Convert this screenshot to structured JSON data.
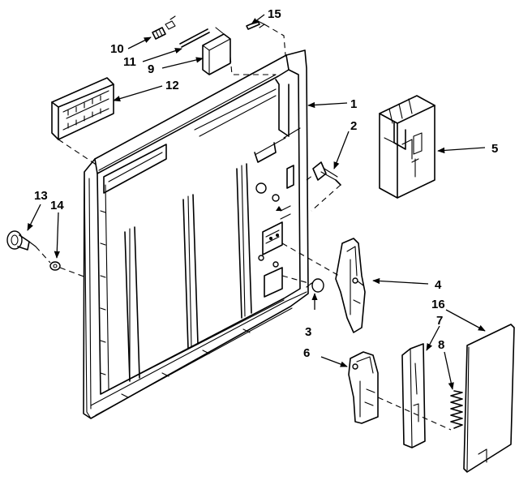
{
  "diagram": {
    "callouts": {
      "c1": "1",
      "c2": "2",
      "c3": "3",
      "c4": "4",
      "c5": "5",
      "c6": "6",
      "c7": "7",
      "c8": "8",
      "c9": "9",
      "c10": "10",
      "c11": "11",
      "c12": "12",
      "c13": "13",
      "c14": "14",
      "c15": "15",
      "c16": "16"
    }
  }
}
